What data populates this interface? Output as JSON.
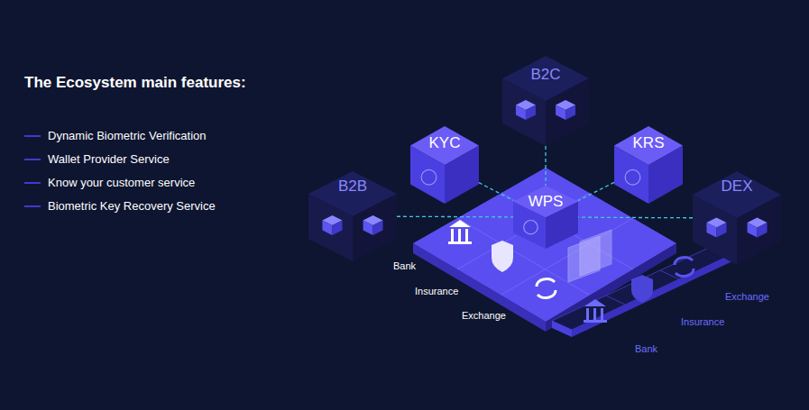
{
  "diagram": {
    "title": "The Ecosystem main features:",
    "nodes": [
      {
        "text": [
          "B2C"
        ]
      },
      {
        "text": [
          "KYC"
        ]
      },
      {
        "text": [
          "KRS"
        ]
      },
      {
        "text": [
          "B2B"
        ]
      },
      {
        "text": [
          "DEX"
        ]
      },
      {
        "text": [
          "WPS"
        ]
      }
    ],
    "edges": [
      {
        "from": 0,
        "to": 5,
        "arrow": "none"
      },
      {
        "from": 1,
        "to": 5,
        "arrow": "none"
      },
      {
        "from": 2,
        "to": 5,
        "arrow": "none"
      },
      {
        "from": 3,
        "to": 5,
        "arrow": "none"
      },
      {
        "from": 4,
        "to": 5,
        "arrow": "none"
      }
    ],
    "labels": [
      "Dynamic Biometric Verification",
      "Wallet Provider Service",
      "Know your customer service",
      "Biometric Key Recovery Service",
      "Bank",
      "Insurance",
      "Exchange",
      "Exchange",
      "Insurance",
      "Bank"
    ]
  }
}
